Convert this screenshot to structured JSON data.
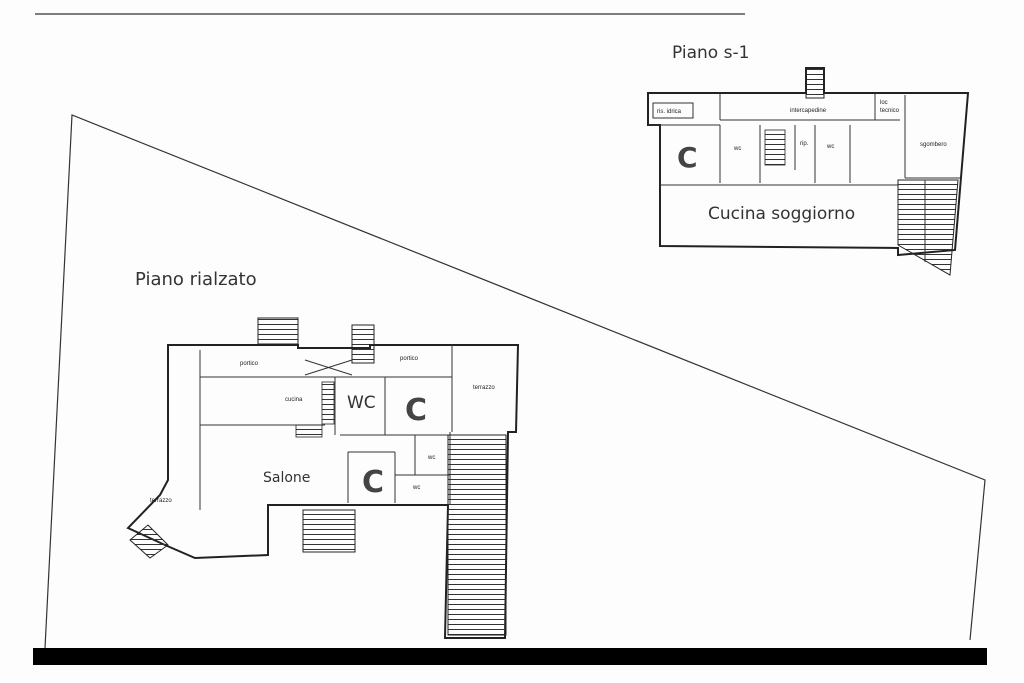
{
  "titles": {
    "lower_floor": "Piano s-1",
    "ground_floor": "Piano rialzato"
  },
  "piano_s1": {
    "ris_idrica": "ris. idrica",
    "intercapedine": "intercapedine",
    "loc_tecnico_1": "loc",
    "loc_tecnico_2": "tecnico",
    "camera": "C",
    "wc_1": "wc",
    "rip": "rip.",
    "wc_2": "wc",
    "sgombero": "sgombero",
    "cucina_soggiorno": "Cucina soggiorno"
  },
  "piano_rialzato": {
    "portico_1": "portico",
    "portico_2": "portico",
    "terrazzo_1": "terrazzo",
    "cucina": "cucina",
    "wc_big": "WC",
    "camera_1": "C",
    "camera_2": "C",
    "wc_small_1": "wc",
    "wc_small_2": "wc",
    "salone": "Salone",
    "terrazzo_2": "terrazzo"
  }
}
